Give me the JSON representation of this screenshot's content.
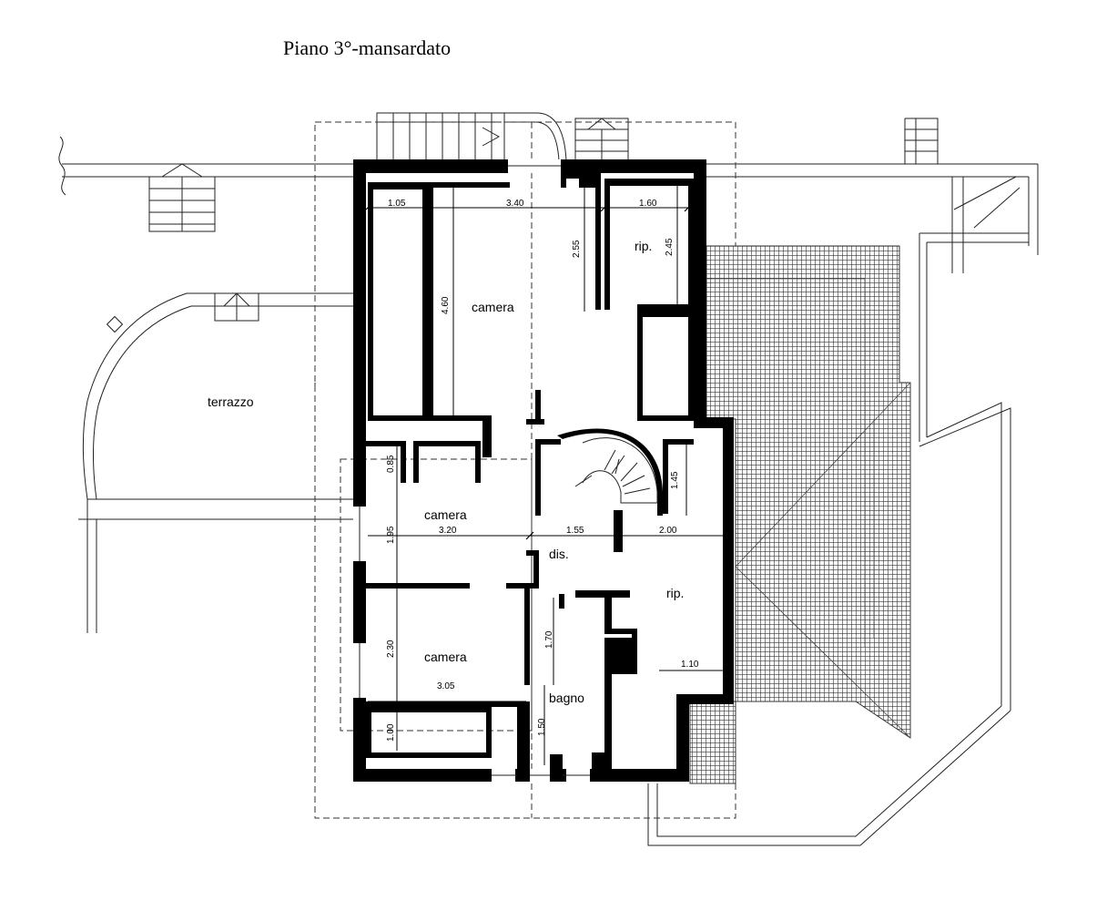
{
  "title": "Piano 3°-mansardato",
  "rooms": {
    "camera_top": "camera",
    "rip_top": "rip.",
    "terrazzo": "terrazzo",
    "camera_mid": "camera",
    "dis": "dis.",
    "rip_right": "rip.",
    "camera_bottom": "camera",
    "bagno": "bagno"
  },
  "dimensions": {
    "d_105": "1.05",
    "d_340": "3.40",
    "d_160": "1.60",
    "d_460": "4.60",
    "d_255": "2.55",
    "d_245": "2.45",
    "d_085": "0.85",
    "d_145": "1.45",
    "d_195": "1.95",
    "d_320": "3.20",
    "d_155": "1.55",
    "d_200": "2.00",
    "d_230": "2.30",
    "d_170": "1.70",
    "d_305": "3.05",
    "d_110": "1.10",
    "d_100": "1.00",
    "d_150": "1.50"
  }
}
